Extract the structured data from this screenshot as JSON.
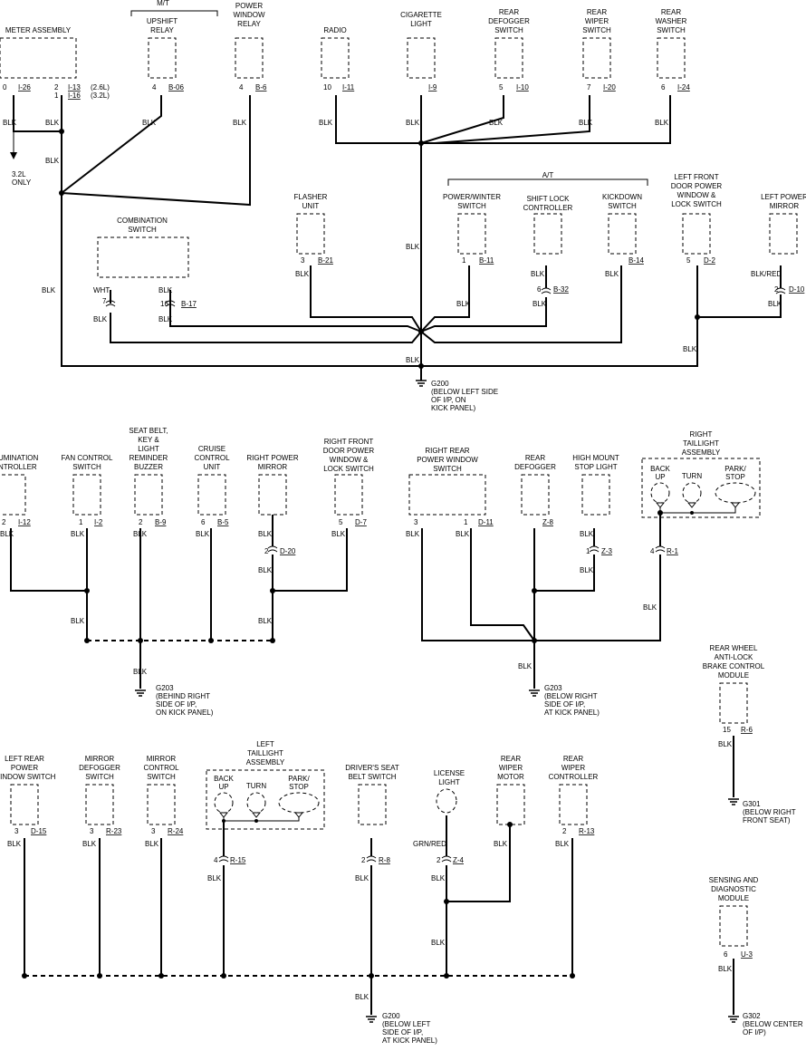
{
  "comps": [
    {
      "id": "meter",
      "lines": [
        "METER ASSEMBLY"
      ]
    },
    {
      "id": "mt",
      "lines": [
        "M/T"
      ]
    },
    {
      "id": "upshift",
      "lines": [
        "UPSHIFT",
        "RELAY"
      ]
    },
    {
      "id": "pwrelay",
      "lines": [
        "POWER",
        "WINDOW",
        "RELAY"
      ]
    },
    {
      "id": "radio",
      "lines": [
        "RADIO"
      ]
    },
    {
      "id": "cig",
      "lines": [
        "CIGARETTE",
        "LIGHT"
      ]
    },
    {
      "id": "rdefsw",
      "lines": [
        "REAR",
        "DEFOGGER",
        "SWITCH"
      ]
    },
    {
      "id": "rwipsw",
      "lines": [
        "REAR",
        "WIPER",
        "SWITCH"
      ]
    },
    {
      "id": "rwashsw",
      "lines": [
        "REAR",
        "WASHER",
        "SWITCH"
      ]
    },
    {
      "id": "at",
      "lines": [
        "A/T"
      ]
    },
    {
      "id": "flasher",
      "lines": [
        "FLASHER",
        "UNIT"
      ]
    },
    {
      "id": "combo",
      "lines": [
        "COMBINATION",
        "SWITCH"
      ]
    },
    {
      "id": "pwrwinter",
      "lines": [
        "POWER/WINTER",
        "SWITCH"
      ]
    },
    {
      "id": "shiftlock",
      "lines": [
        "SHIFT LOCK",
        "CONTROLLER"
      ]
    },
    {
      "id": "kickdown",
      "lines": [
        "KICKDOWN",
        "SWITCH"
      ]
    },
    {
      "id": "lfdoor",
      "lines": [
        "LEFT FRONT",
        "DOOR POWER",
        "WINDOW &",
        "LOCK SWITCH"
      ]
    },
    {
      "id": "lpmirror",
      "lines": [
        "LEFT POWER",
        "MIRROR"
      ]
    },
    {
      "id": "illum",
      "lines": [
        "UMINATION",
        "NTROLLER"
      ]
    },
    {
      "id": "fanctrl",
      "lines": [
        "FAN CONTROL",
        "SWITCH"
      ]
    },
    {
      "id": "seatbelt",
      "lines": [
        "SEAT BELT,",
        "KEY &",
        "LIGHT",
        "REMINDER",
        "BUZZER"
      ]
    },
    {
      "id": "cruise",
      "lines": [
        "CRUISE",
        "CONTROL",
        "UNIT"
      ]
    },
    {
      "id": "rpmirror",
      "lines": [
        "RIGHT POWER",
        "MIRROR"
      ]
    },
    {
      "id": "rfdoor",
      "lines": [
        "RIGHT FRONT",
        "DOOR POWER",
        "WINDOW &",
        "LOCK SWITCH"
      ]
    },
    {
      "id": "rrpw",
      "lines": [
        "RIGHT REAR",
        "POWER WINDOW",
        "SWITCH"
      ]
    },
    {
      "id": "rdefog",
      "lines": [
        "REAR",
        "DEFOGGER"
      ]
    },
    {
      "id": "hms",
      "lines": [
        "HIGH MOUNT",
        "STOP LIGHT"
      ]
    },
    {
      "id": "rtail",
      "lines": [
        "RIGHT",
        "TAILLIGHT",
        "ASSEMBLY"
      ]
    },
    {
      "id": "abs",
      "lines": [
        "REAR WHEEL",
        "ANTI-LOCK",
        "BRAKE CONTROL",
        "MODULE"
      ]
    },
    {
      "id": "lrpw",
      "lines": [
        "LEFT REAR",
        "POWER",
        "WINDOW SWITCH"
      ]
    },
    {
      "id": "mdefsw",
      "lines": [
        "MIRROR",
        "DEFOGGER",
        "SWITCH"
      ]
    },
    {
      "id": "mctrlsw",
      "lines": [
        "MIRROR",
        "CONTROL",
        "SWITCH"
      ]
    },
    {
      "id": "ltail",
      "lines": [
        "LEFT",
        "TAILLIGHT",
        "ASSEMBLY"
      ]
    },
    {
      "id": "dseatbelt",
      "lines": [
        "DRIVER'S SEAT",
        "BELT SWITCH"
      ]
    },
    {
      "id": "license",
      "lines": [
        "LICENSE",
        "LIGHT"
      ]
    },
    {
      "id": "rwipmot",
      "lines": [
        "REAR",
        "WIPER",
        "MOTOR"
      ]
    },
    {
      "id": "rwipctl",
      "lines": [
        "REAR",
        "WIPER",
        "CONTROLLER"
      ]
    },
    {
      "id": "sdm",
      "lines": [
        "SENSING AND",
        "DIAGNOSTIC",
        "MODULE"
      ]
    }
  ],
  "bulbs": [
    {
      "id": "rt-back",
      "lines": [
        "BACK",
        "UP"
      ]
    },
    {
      "id": "rt-turn",
      "lines": [
        "TURN"
      ]
    },
    {
      "id": "rt-park",
      "lines": [
        "PARK/",
        "STOP"
      ]
    },
    {
      "id": "lt-back",
      "lines": [
        "BACK",
        "UP"
      ]
    },
    {
      "id": "lt-turn",
      "lines": [
        "TURN"
      ]
    },
    {
      "id": "lt-park",
      "lines": [
        "PARK/",
        "STOP"
      ]
    }
  ],
  "pins": [
    {
      "id": "p1",
      "pin": "0",
      "conn": "I-26"
    },
    {
      "id": "p2",
      "pin": "2",
      "conn": "I-13"
    },
    {
      "id": "p3",
      "pin": "1",
      "conn": "I-16"
    },
    {
      "id": "p4",
      "pin": "4",
      "conn": "B-06"
    },
    {
      "id": "p5",
      "pin": "4",
      "conn": "B-6"
    },
    {
      "id": "p6",
      "pin": "10",
      "conn": "I-11"
    },
    {
      "id": "p7",
      "pin": "",
      "conn": "I-9"
    },
    {
      "id": "p8",
      "pin": "5",
      "conn": "I-10"
    },
    {
      "id": "p9",
      "pin": "7",
      "conn": "I-20"
    },
    {
      "id": "p10",
      "pin": "6",
      "conn": "I-24"
    },
    {
      "id": "p11",
      "pin": "3",
      "conn": "B-21"
    },
    {
      "id": "p12",
      "pin": "7",
      "conn": ""
    },
    {
      "id": "p13",
      "pin": "16",
      "conn": "B-17"
    },
    {
      "id": "p14",
      "pin": "1",
      "conn": "B-11"
    },
    {
      "id": "p15",
      "pin": "6",
      "conn": "B-32"
    },
    {
      "id": "p16",
      "pin": "",
      "conn": "B-14"
    },
    {
      "id": "p17",
      "pin": "5",
      "conn": "D-2"
    },
    {
      "id": "p18",
      "pin": "2",
      "conn": "D-10"
    },
    {
      "id": "p19",
      "pin": "2",
      "conn": "I-12"
    },
    {
      "id": "p20",
      "pin": "1",
      "conn": "I-2"
    },
    {
      "id": "p21",
      "pin": "2",
      "conn": "B-9"
    },
    {
      "id": "p22",
      "pin": "6",
      "conn": "B-5"
    },
    {
      "id": "p23",
      "pin": "2",
      "conn": "D-20"
    },
    {
      "id": "p24",
      "pin": "5",
      "conn": "D-7"
    },
    {
      "id": "p25",
      "pin": "3",
      "conn": ""
    },
    {
      "id": "p26",
      "pin": "1",
      "conn": "D-11"
    },
    {
      "id": "p27",
      "pin": "",
      "conn": "Z-8"
    },
    {
      "id": "p28",
      "pin": "1",
      "conn": "Z-3"
    },
    {
      "id": "p29",
      "pin": "4",
      "conn": "R-1"
    },
    {
      "id": "p30",
      "pin": "15",
      "conn": "R-6"
    },
    {
      "id": "p31",
      "pin": "3",
      "conn": "D-15"
    },
    {
      "id": "p32",
      "pin": "3",
      "conn": "R-23"
    },
    {
      "id": "p33",
      "pin": "3",
      "conn": "R-24"
    },
    {
      "id": "p34",
      "pin": "4",
      "conn": "R-15"
    },
    {
      "id": "p35",
      "pin": "2",
      "conn": "R-8"
    },
    {
      "id": "p36",
      "pin": "2",
      "conn": "Z-4"
    },
    {
      "id": "p37",
      "pin": "2",
      "conn": "R-13"
    },
    {
      "id": "p38",
      "pin": "6",
      "conn": "U-3"
    }
  ],
  "wires": {
    "blk": "BLK",
    "wht": "WHT",
    "blkred": "BLK/RED",
    "grnred": "GRN/RED"
  },
  "notes": {
    "engine1": "(2.6L)",
    "engine2": "(3.2L)",
    "only": [
      "3.2L",
      "ONLY"
    ]
  },
  "grounds": [
    {
      "id": "g200a",
      "lines": [
        "G200",
        "(BELOW LEFT SIDE",
        "OF I/P, ON",
        "KICK PANEL)"
      ]
    },
    {
      "id": "g203a",
      "lines": [
        "G203",
        "(BEHIND RIGHT",
        "SIDE OF I/P,",
        "ON KICK PANEL)"
      ]
    },
    {
      "id": "g203b",
      "lines": [
        "G203",
        "(BELOW RIGHT",
        "SIDE OF I/P,",
        "AT KICK PANEL)"
      ]
    },
    {
      "id": "g301",
      "lines": [
        "G301",
        "(BELOW RIGHT",
        "FRONT SEAT)"
      ]
    },
    {
      "id": "g200b",
      "lines": [
        "G200",
        "(BELOW LEFT",
        "SIDE OF I/P,",
        "AT KICK PANEL)"
      ]
    },
    {
      "id": "g302",
      "lines": [
        "G302",
        "(BELOW CENTER",
        "OF I/P)"
      ]
    }
  ]
}
